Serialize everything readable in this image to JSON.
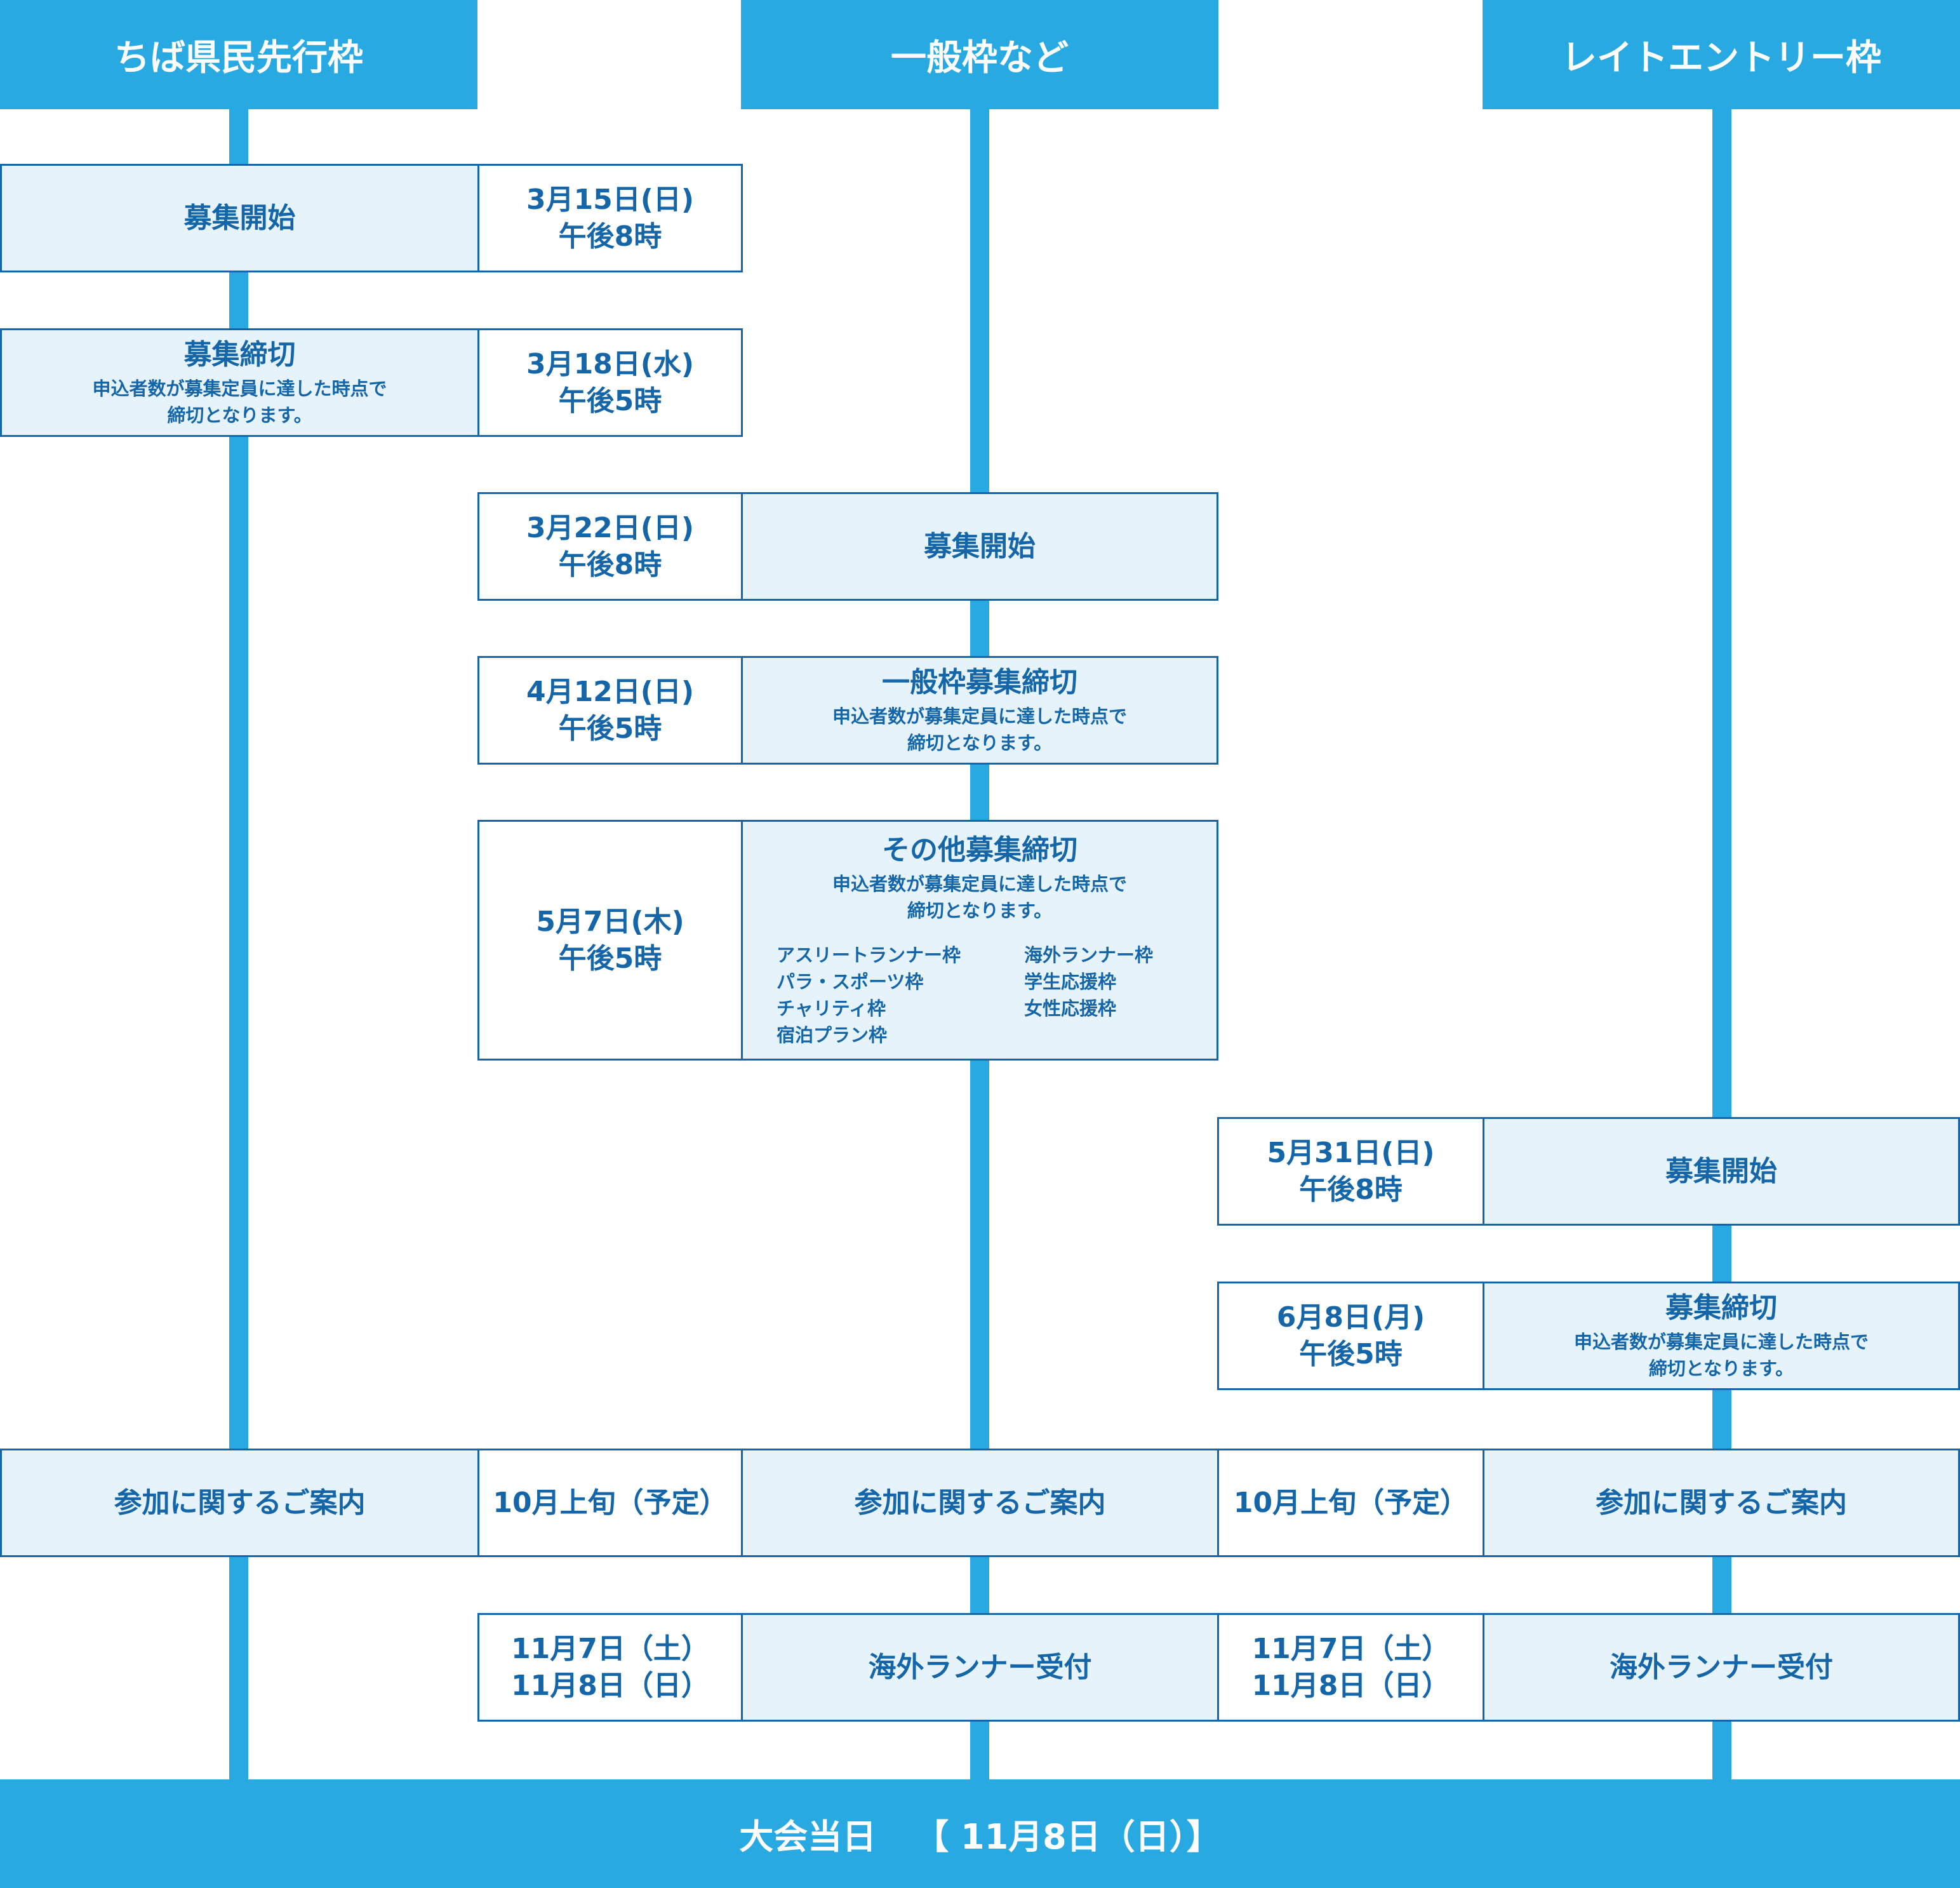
{
  "headers": {
    "col1": "ちば県民先行枠",
    "col2": "一般枠など",
    "col3": "レイトエントリー枠"
  },
  "note": "申込者数が募集定員に達した時点で\n締切となります。",
  "prefecture": {
    "open_label": "募集開始",
    "open_date": "3月15日(日)\n午後8時",
    "close_label": "募集締切",
    "close_date": "3月18日(水)\n午後5時",
    "guide_label": "参加に関するご案内",
    "guide_date": "10月上旬（予定）"
  },
  "general": {
    "open_date": "3月22日(日)\n午後8時",
    "open_label": "募集開始",
    "close_date": "4月12日(日)\n午後5時",
    "close_label": "一般枠募集締切",
    "other_date": "5月7日(木)\n午後5時",
    "other_label": "その他募集締切",
    "categories_left": [
      "アスリートランナー枠",
      "パラ・スポーツ枠",
      "チャリティ枠",
      "宿泊プラン枠"
    ],
    "categories_right": [
      "海外ランナー枠",
      "学生応援枠",
      "女性応援枠"
    ],
    "guide_label": "参加に関するご案内",
    "guide_date": "10月上旬（予定）",
    "overseas_date": "11月7日（土）\n11月8日（日）",
    "overseas_label": "海外ランナー受付"
  },
  "late": {
    "open_date": "5月31日(日)\n午後8時",
    "open_label": "募集開始",
    "close_date": "6月8日(月)\n午後5時",
    "close_label": "募集締切",
    "guide_label": "参加に関するご案内",
    "overseas_date": "11月7日（土）\n11月8日（日）",
    "overseas_label": "海外ランナー受付"
  },
  "footer": {
    "label": "大会当日",
    "date": "【 11月8日（日）】"
  },
  "colors": {
    "accent": "#29a9e1",
    "text": "#1566a8",
    "cell_fill": "#e6f3fb"
  }
}
